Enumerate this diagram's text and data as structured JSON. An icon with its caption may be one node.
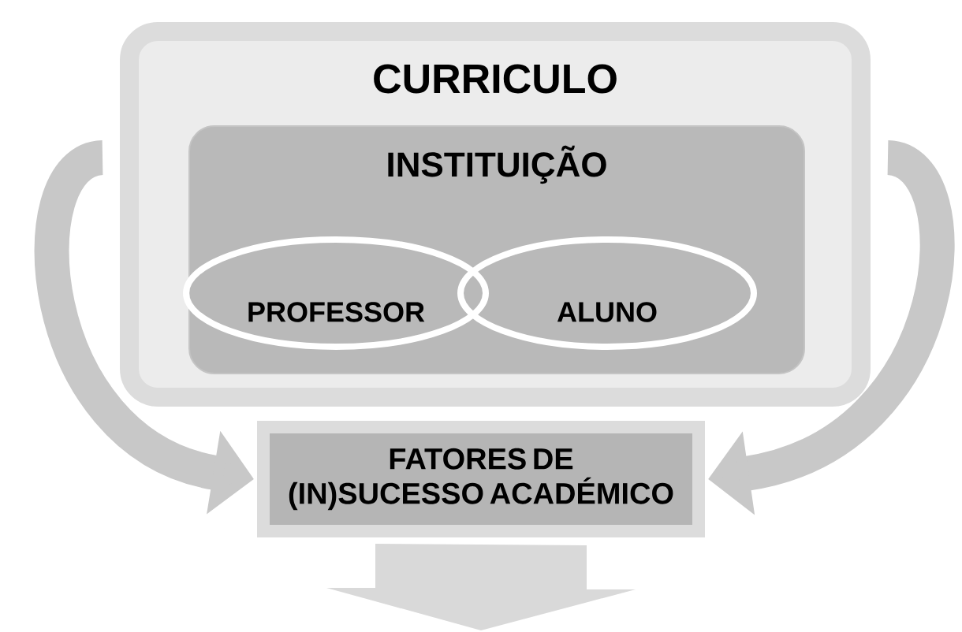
{
  "diagram": {
    "nodes": [
      {
        "text": [
          "CURRICULO"
        ]
      },
      {
        "text": [
          "INSTITUIÇÃO"
        ],
        "in": 0
      },
      {
        "text": [
          "PROFESSOR"
        ],
        "in": 1
      },
      {
        "text": [
          "ALUNO"
        ],
        "in": 1
      },
      {
        "text": [
          "FATORES DE (IN)SUCESSO ACADÉMICO"
        ]
      }
    ],
    "edges": [
      {
        "from": 0,
        "to": 4,
        "arrow": "to"
      },
      {
        "from": 0,
        "to": 4,
        "arrow": "to"
      },
      {
        "from": 4,
        "to": null,
        "arrow": "to",
        "style": "thick"
      }
    ]
  }
}
